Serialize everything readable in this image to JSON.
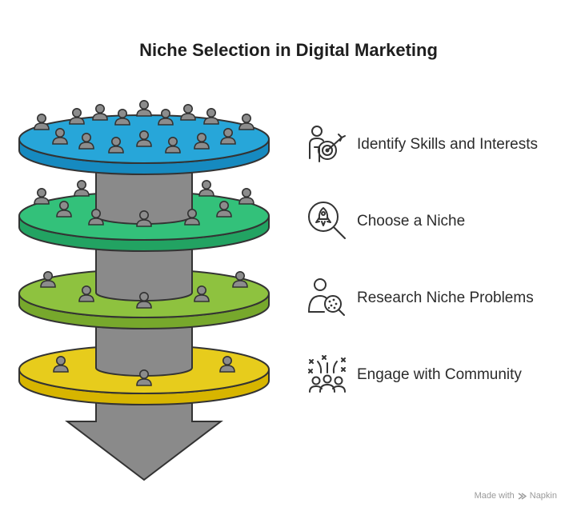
{
  "title": "Niche Selection in Digital Marketing",
  "steps": [
    {
      "label": "Identify Skills and Interests",
      "icon": "person-target-icon",
      "color": "#27a6d9"
    },
    {
      "label": "Choose a Niche",
      "icon": "search-rocket-icon",
      "color": "#33c17a"
    },
    {
      "label": "Research Niche Problems",
      "icon": "person-magnifier-icon",
      "color": "#8ec23f"
    },
    {
      "label": "Engage with Community",
      "icon": "community-celebration-icon",
      "color": "#e7cc1c"
    }
  ],
  "credit": {
    "made_with": "Made with",
    "brand": "Napkin"
  }
}
